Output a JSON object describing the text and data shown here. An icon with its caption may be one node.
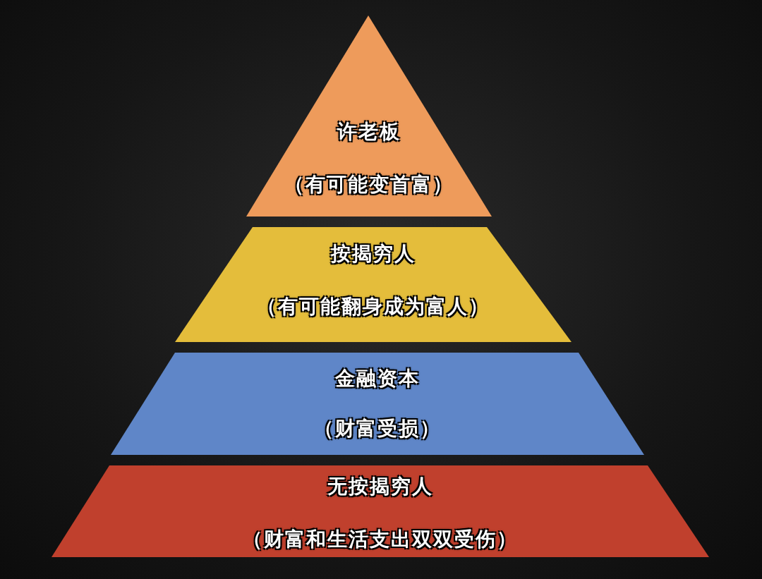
{
  "diagram": {
    "nodes": [
      {
        "text": [
          "许老板",
          "（有可能变首富）"
        ]
      },
      {
        "text": [
          "按揭穷人",
          "（有可能翻身成为富人）"
        ]
      },
      {
        "text": [
          "金融资本",
          "（财富受损）"
        ]
      },
      {
        "text": [
          "无按揭穷人",
          "（财富和生活支出双双受伤）"
        ]
      }
    ]
  }
}
